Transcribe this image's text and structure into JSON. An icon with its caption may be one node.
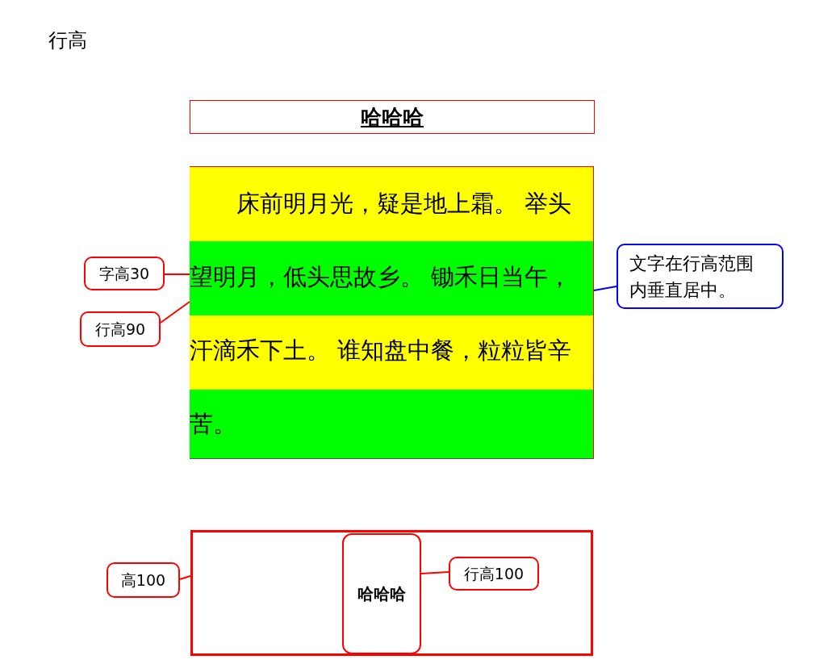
{
  "diagram": {
    "title": "行高",
    "nodes": [
      {
        "text": [
          "哈哈哈"
        ]
      },
      {
        "text": [
          "床前明月光，疑是地上霜。 举头望明月，低头思故乡。 锄禾日当午，汗滴禾下土。 谁知盘中餐，粒粒皆辛苦。"
        ]
      },
      {
        "text": [
          "字高30"
        ]
      },
      {
        "text": [
          "行高90"
        ]
      },
      {
        "text": [
          "文字在行高范围内垂直居中。"
        ]
      },
      {
        "text": [],
        "shape": "box"
      },
      {
        "text": [
          "哈哈哈"
        ],
        "in": 5
      },
      {
        "text": [
          "高100"
        ]
      },
      {
        "text": [
          "行高100"
        ],
        "in": 5
      }
    ],
    "edges": [
      {
        "from": 2,
        "to": 1,
        "arrow": "none"
      },
      {
        "from": 3,
        "to": 1,
        "arrow": "none"
      },
      {
        "from": 4,
        "to": 1,
        "arrow": "none",
        "color": "#0000ff"
      },
      {
        "from": 7,
        "to": 5,
        "arrow": "none"
      },
      {
        "from": 8,
        "to": 6,
        "arrow": "none"
      }
    ]
  }
}
